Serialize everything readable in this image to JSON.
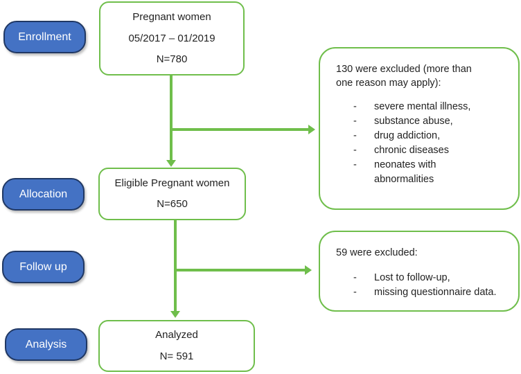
{
  "diagram": {
    "bullet": "-",
    "stages": [
      {
        "label": "Enrollment"
      },
      {
        "label": "Allocation"
      },
      {
        "label": "Follow up"
      },
      {
        "label": "Analysis"
      }
    ],
    "flow_boxes": [
      {
        "lines": [
          "Pregnant women",
          "05/2017 – 01/2019",
          "N=780"
        ]
      },
      {
        "lines": [
          "Eligible Pregnant women",
          "N=650"
        ]
      },
      {
        "lines": [
          "Analyzed",
          "N= 591"
        ]
      }
    ],
    "exclusion_boxes": [
      {
        "title": "130 were excluded (more than one reason may apply):",
        "items": [
          "severe mental illness,",
          "substance abuse,",
          "drug addiction,",
          "chronic diseases",
          "neonates with abnormalities"
        ]
      },
      {
        "title": "59 were excluded:",
        "items": [
          "Lost to follow-up,",
          "missing questionnaire data."
        ]
      }
    ],
    "colors": {
      "stage_fill": "#4472C4",
      "stage_border": "#203864",
      "flow_green": "#6FBE4B",
      "text": "#222222"
    }
  }
}
